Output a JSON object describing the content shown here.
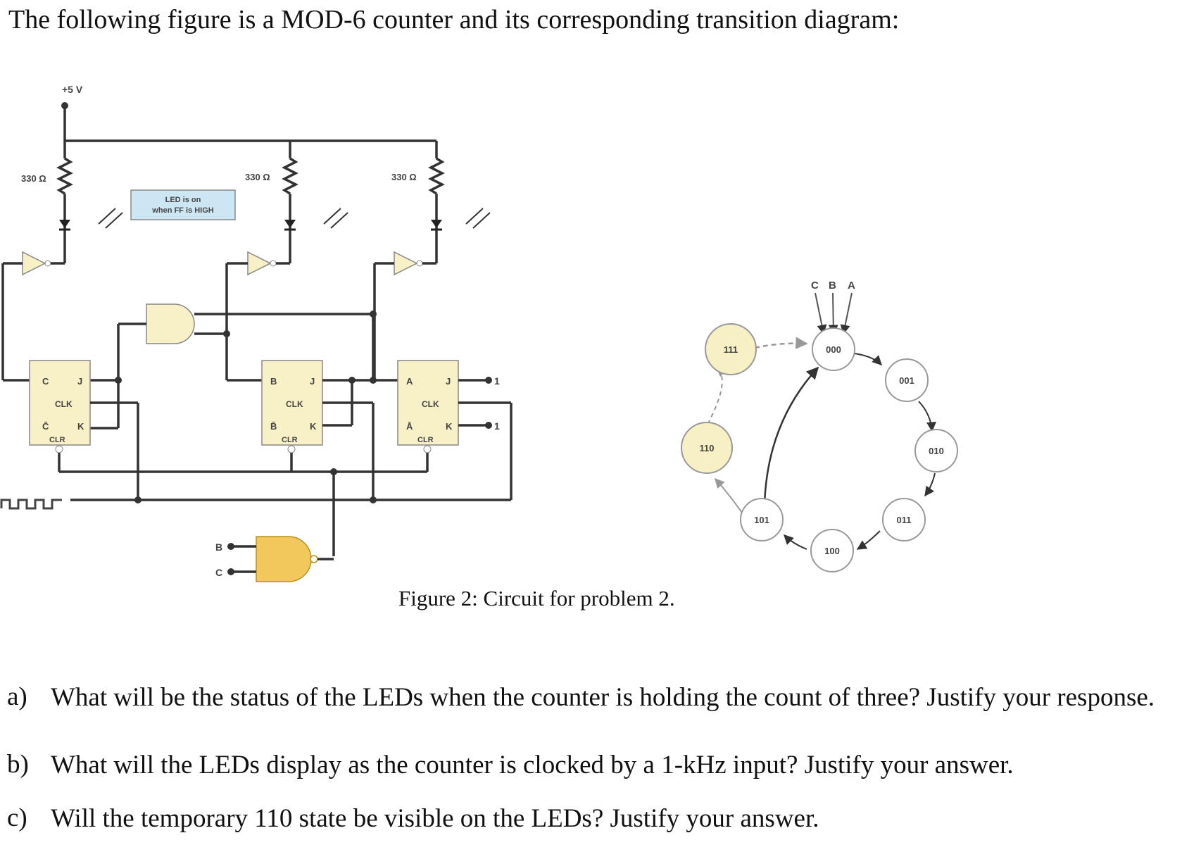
{
  "heading": "The following figure is a MOD-6 counter and its corresponding transition diagram:",
  "circuit": {
    "supply_label": "+5 V",
    "resistor_labels": [
      "330 Ω",
      "330 Ω",
      "330 Ω"
    ],
    "led_note": [
      "LED is on",
      "when FF is HIGH"
    ],
    "flipflops": [
      {
        "q": "C",
        "qbar": "C̄",
        "j": "J",
        "k": "K",
        "clk": "CLK",
        "clr": "CLR"
      },
      {
        "q": "B",
        "qbar": "B̄",
        "j": "J",
        "k": "K",
        "clk": "CLK",
        "clr": "CLR"
      },
      {
        "q": "A",
        "qbar": "Ā",
        "j": "J",
        "k": "K",
        "clk": "CLK",
        "clr": "CLR"
      }
    ],
    "j_const": "1",
    "k_const": "1",
    "nand_inputs": [
      "B",
      "C"
    ]
  },
  "diagram": {
    "header": [
      "C",
      "B",
      "A"
    ],
    "states": [
      "000",
      "001",
      "010",
      "011",
      "100",
      "101",
      "110",
      "111"
    ],
    "temp_states": [
      "110",
      "111"
    ]
  },
  "caption": "Figure 2: Circuit for problem 2.",
  "questions": [
    {
      "label": "a)",
      "text": "What will be the status of the LEDs when the counter is holding the count of three? Justify your response."
    },
    {
      "label": "b)",
      "text": "What will the LEDs display as the counter is clocked by a 1-kHz input? Justify your answer."
    },
    {
      "label": "c)",
      "text": "Will the temporary 110 state be visible on the LEDs? Justify your answer."
    }
  ]
}
